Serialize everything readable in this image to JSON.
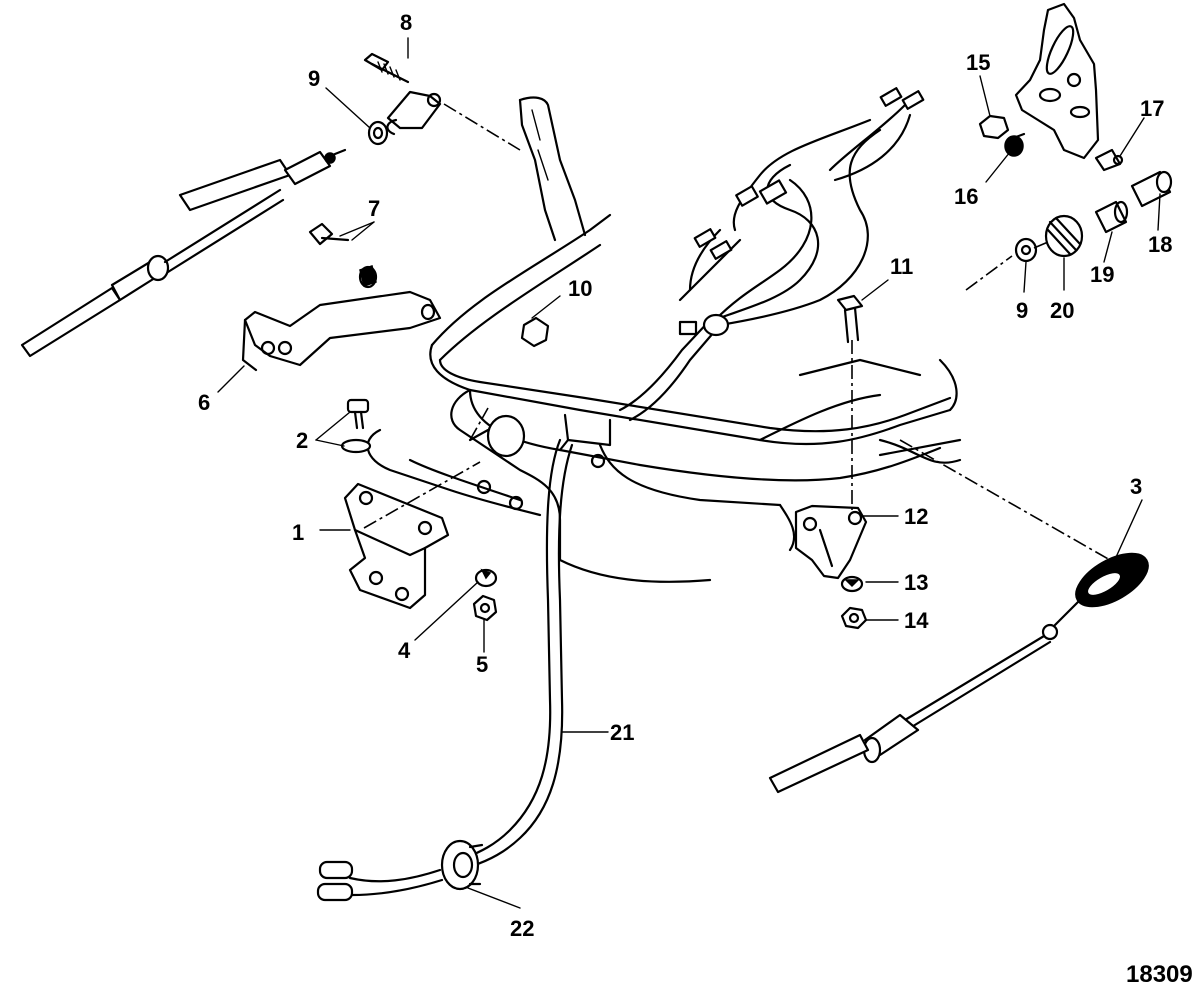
{
  "figure_number": "18309",
  "callouts": [
    {
      "id": "c1",
      "text": "1"
    },
    {
      "id": "c2",
      "text": "2"
    },
    {
      "id": "c3",
      "text": "3"
    },
    {
      "id": "c4",
      "text": "4"
    },
    {
      "id": "c5",
      "text": "5"
    },
    {
      "id": "c6",
      "text": "6"
    },
    {
      "id": "c7",
      "text": "7"
    },
    {
      "id": "c8",
      "text": "8"
    },
    {
      "id": "c9a",
      "text": "9"
    },
    {
      "id": "c9b",
      "text": "9"
    },
    {
      "id": "c10",
      "text": "10"
    },
    {
      "id": "c11",
      "text": "11"
    },
    {
      "id": "c12",
      "text": "12"
    },
    {
      "id": "c13",
      "text": "13"
    },
    {
      "id": "c14",
      "text": "14"
    },
    {
      "id": "c15",
      "text": "15"
    },
    {
      "id": "c16",
      "text": "16"
    },
    {
      "id": "c17",
      "text": "17"
    },
    {
      "id": "c18",
      "text": "18"
    },
    {
      "id": "c19",
      "text": "19"
    },
    {
      "id": "c20",
      "text": "20"
    },
    {
      "id": "c21",
      "text": "21"
    },
    {
      "id": "c22",
      "text": "22"
    }
  ]
}
